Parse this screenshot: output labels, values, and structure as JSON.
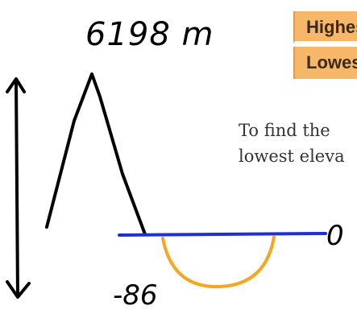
{
  "annotation": {
    "peak_label": "6198 m",
    "trench_label": "-86",
    "zero_label": "0"
  },
  "table": {
    "row_high": "Highest",
    "row_low": "Lowest"
  },
  "text": {
    "line1": "To find the",
    "line2": "lowest eleva"
  },
  "colors": {
    "ink": "#000000",
    "sea_level_line": "#1f2fd6",
    "trench_arc": "#f5a623",
    "table_fill": "#f6b868"
  }
}
